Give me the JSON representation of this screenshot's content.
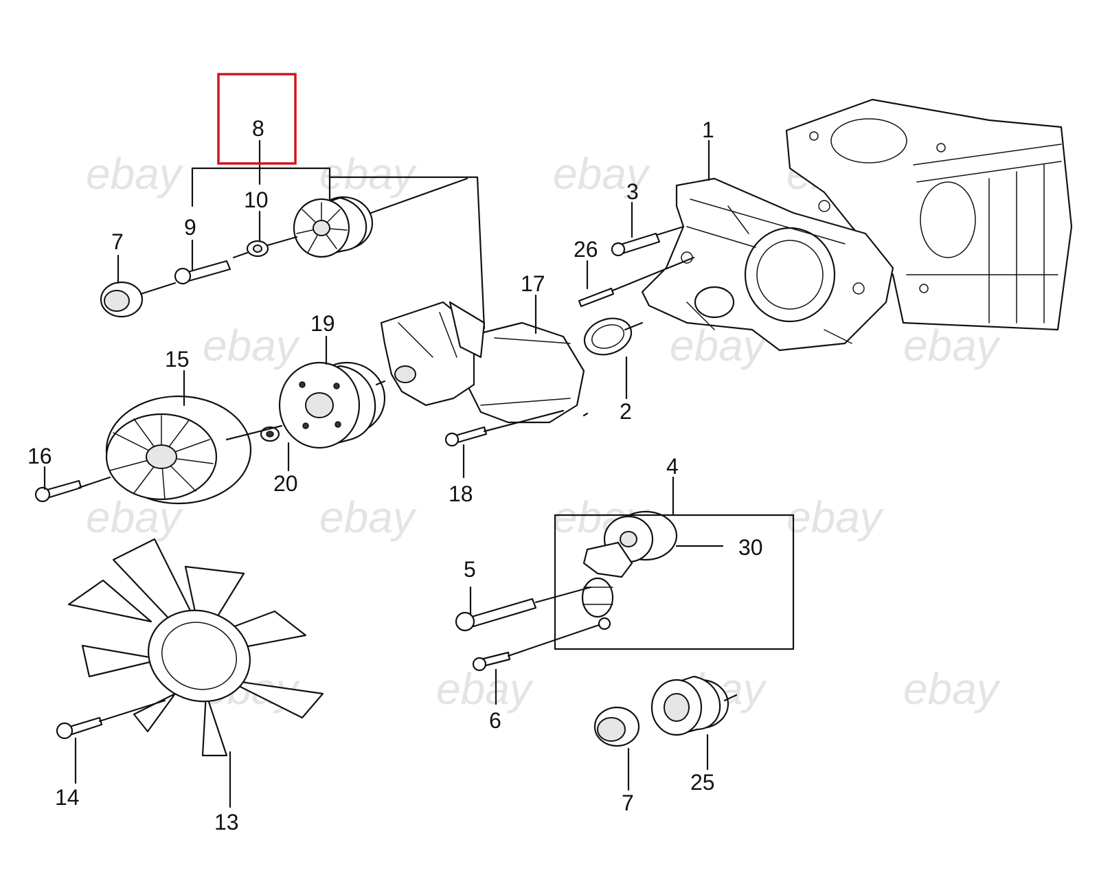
{
  "watermark": "ebay",
  "highlight_color": "#d0161b",
  "labels": {
    "p1": "1",
    "p2": "2",
    "p3": "3",
    "p4": "4",
    "p5": "5",
    "p6": "6",
    "p7a": "7",
    "p7b": "7",
    "p8": "8",
    "p9": "9",
    "p10": "10",
    "p13": "13",
    "p14": "14",
    "p15": "15",
    "p16": "16",
    "p17": "17",
    "p18": "18",
    "p19": "19",
    "p20": "20",
    "p25": "25",
    "p26": "26",
    "p30": "30"
  }
}
